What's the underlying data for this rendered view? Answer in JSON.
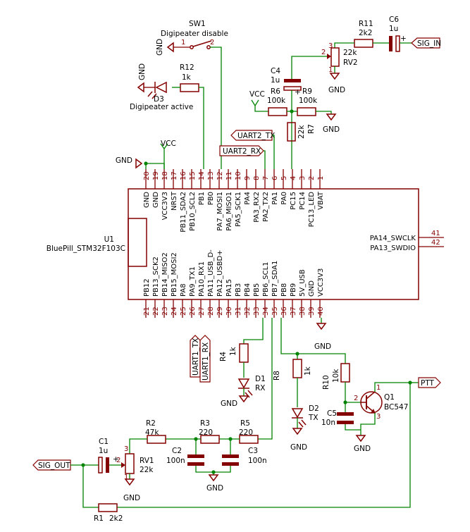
{
  "mcu": {
    "ref": "U1",
    "value": "BluePill_STM32F103C",
    "top_pins": [
      {
        "num": "20",
        "name": "GND"
      },
      {
        "num": "19",
        "name": "GND"
      },
      {
        "num": "18",
        "name": "VCC3V3"
      },
      {
        "num": "17",
        "name": "NRST"
      },
      {
        "num": "16",
        "name": "PB11_SDA2"
      },
      {
        "num": "15",
        "name": "PB10_SCL2"
      },
      {
        "num": "14",
        "name": "PB1"
      },
      {
        "num": "13",
        "name": "PB0"
      },
      {
        "num": "12",
        "name": "PA7_MOSI1"
      },
      {
        "num": "11",
        "name": "PA6_MISO1"
      },
      {
        "num": "10",
        "name": "PA5_SCK1"
      },
      {
        "num": "9",
        "name": "PA4"
      },
      {
        "num": "8",
        "name": "PA3_RX2"
      },
      {
        "num": "7",
        "name": "PA2_TX2"
      },
      {
        "num": "6",
        "name": "PA1"
      },
      {
        "num": "5",
        "name": "PA0"
      },
      {
        "num": "4",
        "name": "PC15"
      },
      {
        "num": "3",
        "name": "PC14"
      },
      {
        "num": "2",
        "name": "PC13_LED"
      },
      {
        "num": "1",
        "name": "VBAT"
      }
    ],
    "bottom_pins": [
      {
        "num": "21",
        "name": "PB12"
      },
      {
        "num": "22",
        "name": "PB13_SCK2"
      },
      {
        "num": "23",
        "name": "PB14_MISO2"
      },
      {
        "num": "24",
        "name": "PB15_MOSI2"
      },
      {
        "num": "25",
        "name": "PA8"
      },
      {
        "num": "26",
        "name": "PA9_TX1"
      },
      {
        "num": "27",
        "name": "PA10_RX1"
      },
      {
        "num": "28",
        "name": "PA11_USB_D-"
      },
      {
        "num": "29",
        "name": "PA12_USBD+"
      },
      {
        "num": "30",
        "name": "PA15"
      },
      {
        "num": "31",
        "name": "PB3"
      },
      {
        "num": "32",
        "name": "PB4"
      },
      {
        "num": "33",
        "name": "PB5"
      },
      {
        "num": "34",
        "name": "PB6_SCL1"
      },
      {
        "num": "35",
        "name": "PB7_SDA1"
      },
      {
        "num": "36",
        "name": "PB8"
      },
      {
        "num": "37",
        "name": "PB9"
      },
      {
        "num": "38",
        "name": "5V_USB"
      },
      {
        "num": "39",
        "name": "GND"
      },
      {
        "num": "40",
        "name": "VCC3V3"
      }
    ],
    "right_pins": [
      {
        "num": "41",
        "name": "PA14_SWCLK"
      },
      {
        "num": "42",
        "name": "PA13_SWDIO"
      }
    ]
  },
  "components": {
    "sw1": {
      "ref": "SW1",
      "value": "Digipeater disable",
      "pin1": "1",
      "pin2": "2"
    },
    "r12": {
      "ref": "R12",
      "value": "1k"
    },
    "d3": {
      "ref": "D3",
      "value": "Digipeater active"
    },
    "r11": {
      "ref": "R11",
      "value": "2k2"
    },
    "c6": {
      "ref": "C6",
      "value": "1u",
      "plus": "+"
    },
    "rv2": {
      "ref": "RV2",
      "value": "22k",
      "pin1": "1",
      "pin2": "2",
      "pin3": "3"
    },
    "c4": {
      "ref": "C4",
      "value": "1u",
      "plus": "+"
    },
    "r6": {
      "ref": "R6",
      "value": "100k"
    },
    "r9": {
      "ref": "R9",
      "value": "100k"
    },
    "r7": {
      "ref": "R7",
      "value": "22k"
    },
    "r4": {
      "ref": "R4",
      "value": "1k"
    },
    "d1": {
      "ref": "D1",
      "value": "RX"
    },
    "r8": {
      "ref": "R8",
      "value": "1k"
    },
    "d2": {
      "ref": "D2",
      "value": "TX"
    },
    "r10": {
      "ref": "R10",
      "value": "10k"
    },
    "q1": {
      "ref": "Q1",
      "value": "BC547",
      "pin1": "1",
      "pin2": "2",
      "pin3": "3"
    },
    "c5": {
      "ref": "C5",
      "value": "10n"
    },
    "r2": {
      "ref": "R2",
      "value": "47k"
    },
    "r3": {
      "ref": "R3",
      "value": "220"
    },
    "r5": {
      "ref": "R5",
      "value": "220"
    },
    "c2": {
      "ref": "C2",
      "value": "100n"
    },
    "c3": {
      "ref": "C3",
      "value": "100n"
    },
    "c1": {
      "ref": "C1",
      "value": "1u",
      "plus": "+"
    },
    "rv1": {
      "ref": "RV1",
      "value": "22k",
      "pin1": "1",
      "pin2": "2",
      "pin3": "3"
    },
    "r1": {
      "ref": "R1",
      "value": "2k2"
    }
  },
  "nets": {
    "gnd": "GND",
    "vcc": "VCC",
    "sig_in": "SIG_IN",
    "sig_out": "SIG_OUT",
    "ptt": "PTT",
    "uart2_tx": "UART2_TX",
    "uart2_rx": "UART2_RX",
    "uart1_tx": "UART1_TX",
    "uart1_rx": "UART1_RX"
  },
  "colors": {
    "wire": "#008400",
    "body": "#840000",
    "label_bg": "#ffffff"
  }
}
